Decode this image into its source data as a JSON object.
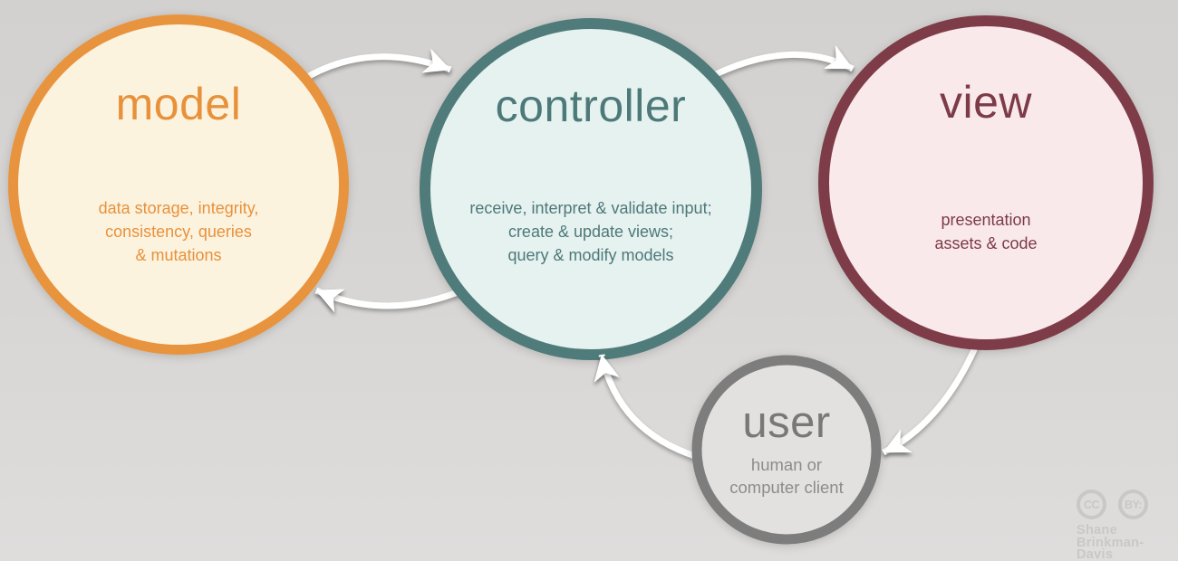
{
  "nodes": {
    "model": {
      "label": "model",
      "description": "data storage, integrity,\nconsistency, queries\n& mutations"
    },
    "controller": {
      "label": "controller",
      "description": "receive, interpret & validate input;\ncreate & update views;\nquery & modify models"
    },
    "view": {
      "label": "view",
      "description": "presentation\nassets & code"
    },
    "user": {
      "label": "user",
      "description": "human or\ncomputer client"
    }
  },
  "edges": [
    {
      "from": "model",
      "to": "controller"
    },
    {
      "from": "controller",
      "to": "view"
    },
    {
      "from": "controller",
      "to": "model"
    },
    {
      "from": "view",
      "to": "user"
    },
    {
      "from": "user",
      "to": "controller"
    }
  ],
  "colors": {
    "model_accent": "#E8943E",
    "model_fill": "#FCF3DF",
    "controller_accent": "#4F7B7A",
    "controller_fill": "#E5F2F0",
    "view_accent": "#7D3C47",
    "view_fill": "#FAE9EB",
    "user_accent": "#7D7D7D",
    "user_fill": "#E2E1E0",
    "arrow": "#FFFFFF",
    "background_top": "#D3D1CF",
    "background_bottom": "#DEDDDC",
    "watermark": "#C9C8C7"
  },
  "attribution": {
    "license_badges": [
      "CC",
      "BY:"
    ],
    "author_line1": "Shane",
    "author_line2": "Brinkman-Davis"
  }
}
